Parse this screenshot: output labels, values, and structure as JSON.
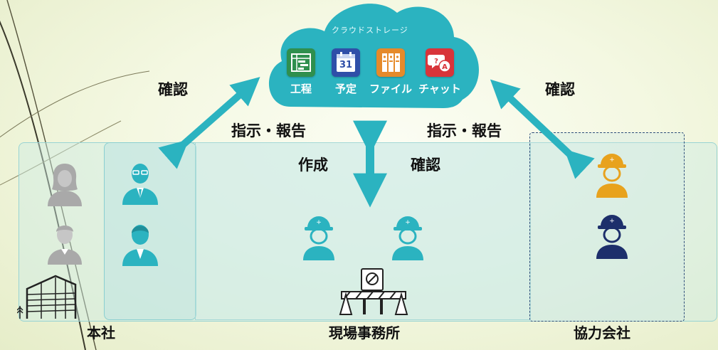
{
  "cloud": {
    "title": "クラウドストレージ",
    "apps": [
      {
        "label": "工程",
        "icon": "schedule-chart-icon",
        "color": "#2f8f4e"
      },
      {
        "label": "予定",
        "icon": "calendar-icon",
        "color": "#2f4fa8",
        "calendar_day": "31"
      },
      {
        "label": "ファイル",
        "icon": "file-binders-icon",
        "color": "#e58a2a"
      },
      {
        "label": "チャット",
        "icon": "chat-bubbles-icon",
        "color": "#d8343a"
      }
    ]
  },
  "labels": {
    "confirm_left": "確認",
    "confirm_right": "確認",
    "instruct_report_left": "指示・報告",
    "instruct_report_right": "指示・報告",
    "create": "作成",
    "confirm_center": "確認"
  },
  "sites": {
    "head_office": "本社",
    "site_office": "現場事務所",
    "partner": "協力会社"
  },
  "colors": {
    "teal": "#2bb3c0",
    "gray_person": "#a9a9a9",
    "helmet_orange": "#e8a21d",
    "helmet_navy": "#1d2f6b",
    "panel_fill": "#cfe9e6",
    "panel_border": "#88cfd0"
  }
}
